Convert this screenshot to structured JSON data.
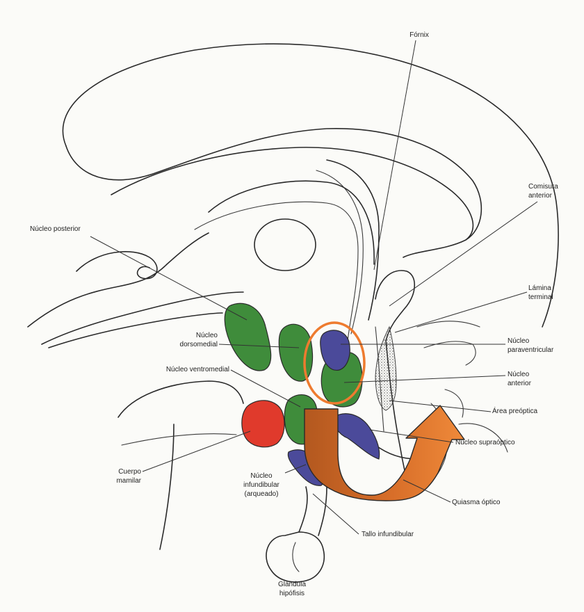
{
  "labels": {
    "fornix": "Fórnix",
    "comisura_anterior": "Comisura\nanterior",
    "nucleo_posterior": "Núcleo posterior",
    "lamina_terminal": "Lámina\nterminal",
    "nucleo_dorsomedial": "Núcleo\ndorsomedial",
    "nucleo_paraventricular": "Núcleo\nparaventricular",
    "nucleo_ventromedial": "Núcleo ventromedial",
    "nucleo_anterior": "Núcleo\nanterior",
    "area_preoptica": "Área preóptica",
    "nucleo_supraoptico": "Núcleo supraóptico",
    "cuerpo_mamilar": "Cuerpo\nmamilar",
    "nucleo_infundibular": "Núcleo\ninfundibular\n(arqueado)",
    "quiasma_optico": "Quiasma óptico",
    "tallo_infundibular": "Tallo infundibular",
    "glandula_hipofisis": "Glándula\nhipófisis"
  },
  "colors": {
    "green_nuclei": "#3f8c3b",
    "blue_nuclei": "#4b4a9a",
    "red_nucleus": "#e03a2c",
    "highlight_ring": "#ee7b2f",
    "arrow_fill": "#e8782e",
    "arrow_dark": "#b35a1f",
    "stroke": "#2a2a2a"
  }
}
